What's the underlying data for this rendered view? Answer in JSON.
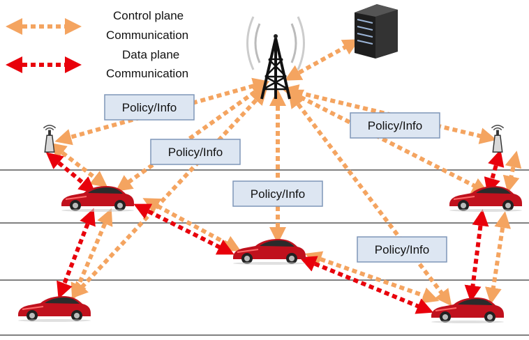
{
  "legend": {
    "control_label_1": "Control plane",
    "control_label_2": "Communication",
    "data_label_1": "Data plane",
    "data_label_2": "Communication"
  },
  "policy_labels": [
    "Policy/Info",
    "Policy/Info",
    "Policy/Info",
    "Policy/Info",
    "Policy/Info"
  ],
  "colors": {
    "control_plane": "#f4a460",
    "data_plane": "#e8000b",
    "policy_box_fill": "#dde6f2",
    "policy_box_stroke": "#7f96b8",
    "road": "#808080",
    "car_body": "#c0111d"
  },
  "icons": [
    "cell-tower-icon",
    "server-icon",
    "roadside-unit-icon",
    "car-icon"
  ]
}
